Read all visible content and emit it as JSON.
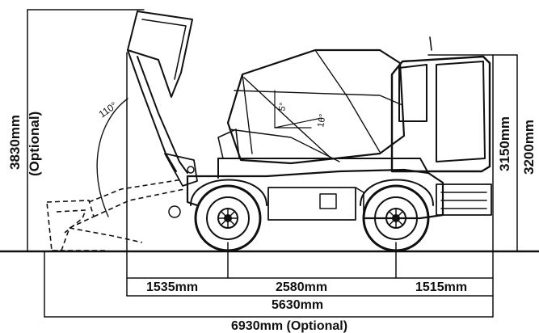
{
  "diagram": {
    "dimensions": {
      "height_optional_value": "3830mm",
      "height_optional_note": "(Optional)",
      "height_cab": "3150mm",
      "height_total": "3200mm",
      "front_overhang": "1535mm",
      "wheelbase": "2580mm",
      "rear_overhang": "1515mm",
      "length": "5630mm",
      "length_optional": "6930mm (Optional)",
      "bucket_angle": "110°",
      "drum_angle_a": "5°",
      "drum_angle_b": "16°"
    }
  }
}
